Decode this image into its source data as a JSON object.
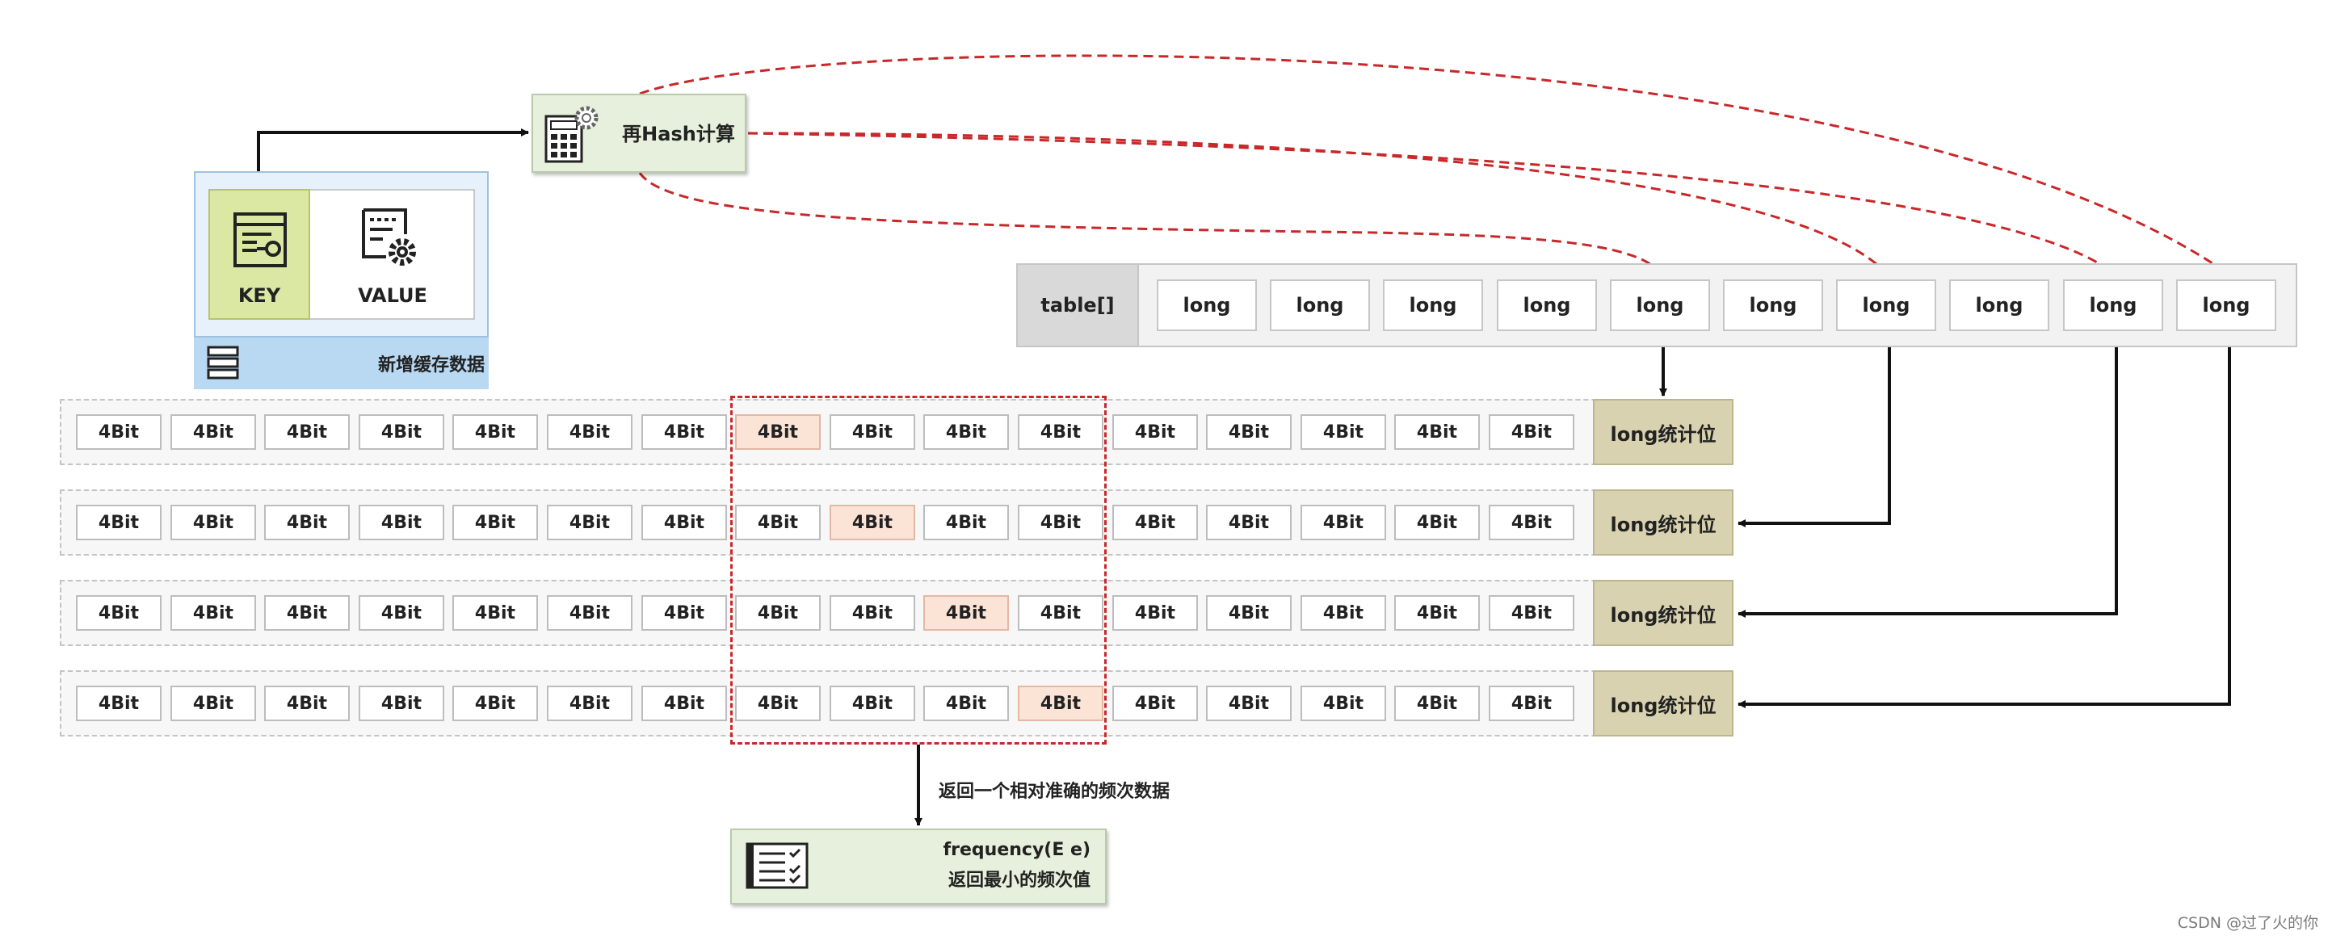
{
  "cache_entry": {
    "key_label": "KEY",
    "value_label": "VALUE",
    "footer_label": "新增缓存数据"
  },
  "rehash": {
    "label": "再Hash计算"
  },
  "table": {
    "head_label": "table[]",
    "cells": [
      "long",
      "long",
      "long",
      "long",
      "long",
      "long",
      "long",
      "long",
      "long",
      "long"
    ]
  },
  "counter_rows": [
    {
      "bits": [
        "4Bit",
        "4Bit",
        "4Bit",
        "4Bit",
        "4Bit",
        "4Bit",
        "4Bit",
        "4Bit",
        "4Bit",
        "4Bit",
        "4Bit",
        "4Bit",
        "4Bit",
        "4Bit",
        "4Bit",
        "4Bit"
      ],
      "highlight": 7,
      "end_label": "long统计位"
    },
    {
      "bits": [
        "4Bit",
        "4Bit",
        "4Bit",
        "4Bit",
        "4Bit",
        "4Bit",
        "4Bit",
        "4Bit",
        "4Bit",
        "4Bit",
        "4Bit",
        "4Bit",
        "4Bit",
        "4Bit",
        "4Bit",
        "4Bit"
      ],
      "highlight": 8,
      "end_label": "long统计位"
    },
    {
      "bits": [
        "4Bit",
        "4Bit",
        "4Bit",
        "4Bit",
        "4Bit",
        "4Bit",
        "4Bit",
        "4Bit",
        "4Bit",
        "4Bit",
        "4Bit",
        "4Bit",
        "4Bit",
        "4Bit",
        "4Bit",
        "4Bit"
      ],
      "highlight": 9,
      "end_label": "long统计位"
    },
    {
      "bits": [
        "4Bit",
        "4Bit",
        "4Bit",
        "4Bit",
        "4Bit",
        "4Bit",
        "4Bit",
        "4Bit",
        "4Bit",
        "4Bit",
        "4Bit",
        "4Bit",
        "4Bit",
        "4Bit",
        "4Bit",
        "4Bit"
      ],
      "highlight": 10,
      "end_label": "long统计位"
    }
  ],
  "return_label": "返回一个相对准确的频次数据",
  "result": {
    "line1": "frequency(E e)",
    "line2": "返回最小的频次值"
  },
  "watermark": "CSDN @过了火的你",
  "colors": {
    "accent_red": "#c8282a",
    "key_green": "#dbe8a4",
    "cache_blue": "#e6f1fb",
    "counter_end": "#d8d2b0",
    "highlight_bit": "#fbe3d6"
  }
}
